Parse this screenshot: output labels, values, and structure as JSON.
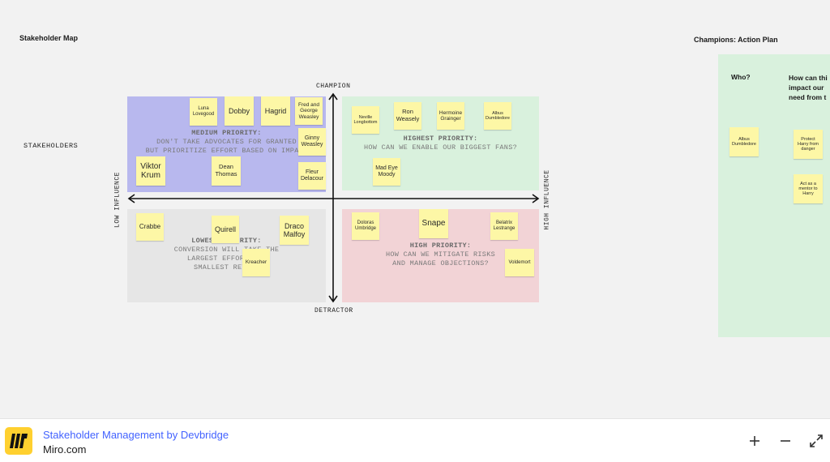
{
  "board": {
    "stakeholder_map_title": "Stakeholder Map",
    "stakeholders_label": "STAKEHOLDERS",
    "axes": {
      "top": "CHAMPION",
      "bottom": "DETRACTOR",
      "left": "LOW INFLUENCE",
      "right": "HIGH INFLUENCE"
    },
    "quadrants": {
      "medium": {
        "heading": "MEDIUM PRIORITY:",
        "line1": "DON'T TAKE ADVOCATES FOR GRANTED",
        "line2": "BUT PRIORITIZE EFFORT BASED ON IMPACT"
      },
      "highest": {
        "heading": "HIGHEST PRIORITY:",
        "line1": "HOW CAN WE ENABLE OUR BIGGEST FANS?"
      },
      "lowest": {
        "heading": "LOWEST PRIORITY:",
        "line1": "CONVERSION WILL TAKE THE",
        "line2": "LARGEST EFFORT FOR",
        "line3": "SMALLEST RETURN"
      },
      "high": {
        "heading": "HIGH PRIORITY:",
        "line1": "HOW CAN WE MITIGATE RISKS",
        "line2": "AND MANAGE OBJECTIONS?"
      }
    },
    "notes": {
      "luna": "Luna Lovegood",
      "dobby": "Dobby",
      "hagrid": "Hagrid",
      "fred_george": "Fred and George Weasley",
      "ginny": "Ginny Weasley",
      "viktor": "Viktor Krum",
      "dean": "Dean Thomas",
      "fleur": "Fleur Delacour",
      "neville": "Neville Longbottom",
      "ron": "Ron Weasely",
      "hermoine": "Hermoine Grainger",
      "albus": "Albus Dumbledore",
      "mad_eye": "Mad Eye Moody",
      "crabbe": "Crabbe",
      "quirell": "Quirell",
      "draco": "Draco Malfoy",
      "kreacher": "Kreacher",
      "doloras": "Doloras Umbridge",
      "snape": "Snape",
      "belatrix": "Belatrix Lestrange",
      "voldemort": "Voldemort"
    },
    "champions": {
      "title": "Champions: Action Plan",
      "col_who": "Who?",
      "col_how_1": "How can thi",
      "col_how_2": "impact our",
      "col_how_3": "need from t",
      "note_albus": "Albus Dumbledore",
      "note_protect": "Protect Harry from danger",
      "note_mentor": "Act as a mentor to Harry"
    }
  },
  "footer": {
    "title": "Stakeholder Management by Devbridge",
    "subtitle": "Miro.com",
    "logo_icon": "miro-logo-icon",
    "zoom_in_icon": "plus-icon",
    "zoom_out_icon": "minus-icon",
    "fullscreen_icon": "expand-icon"
  },
  "colors": {
    "medium_quadrant": "#b8b8ee",
    "highest_quadrant": "#d9f1dd",
    "lowest_quadrant": "#e6e6e6",
    "high_quadrant": "#f2d3d6",
    "sticky_note": "#fdf7a6",
    "brand_yellow": "#ffd02f",
    "link_blue": "#4262ff"
  }
}
